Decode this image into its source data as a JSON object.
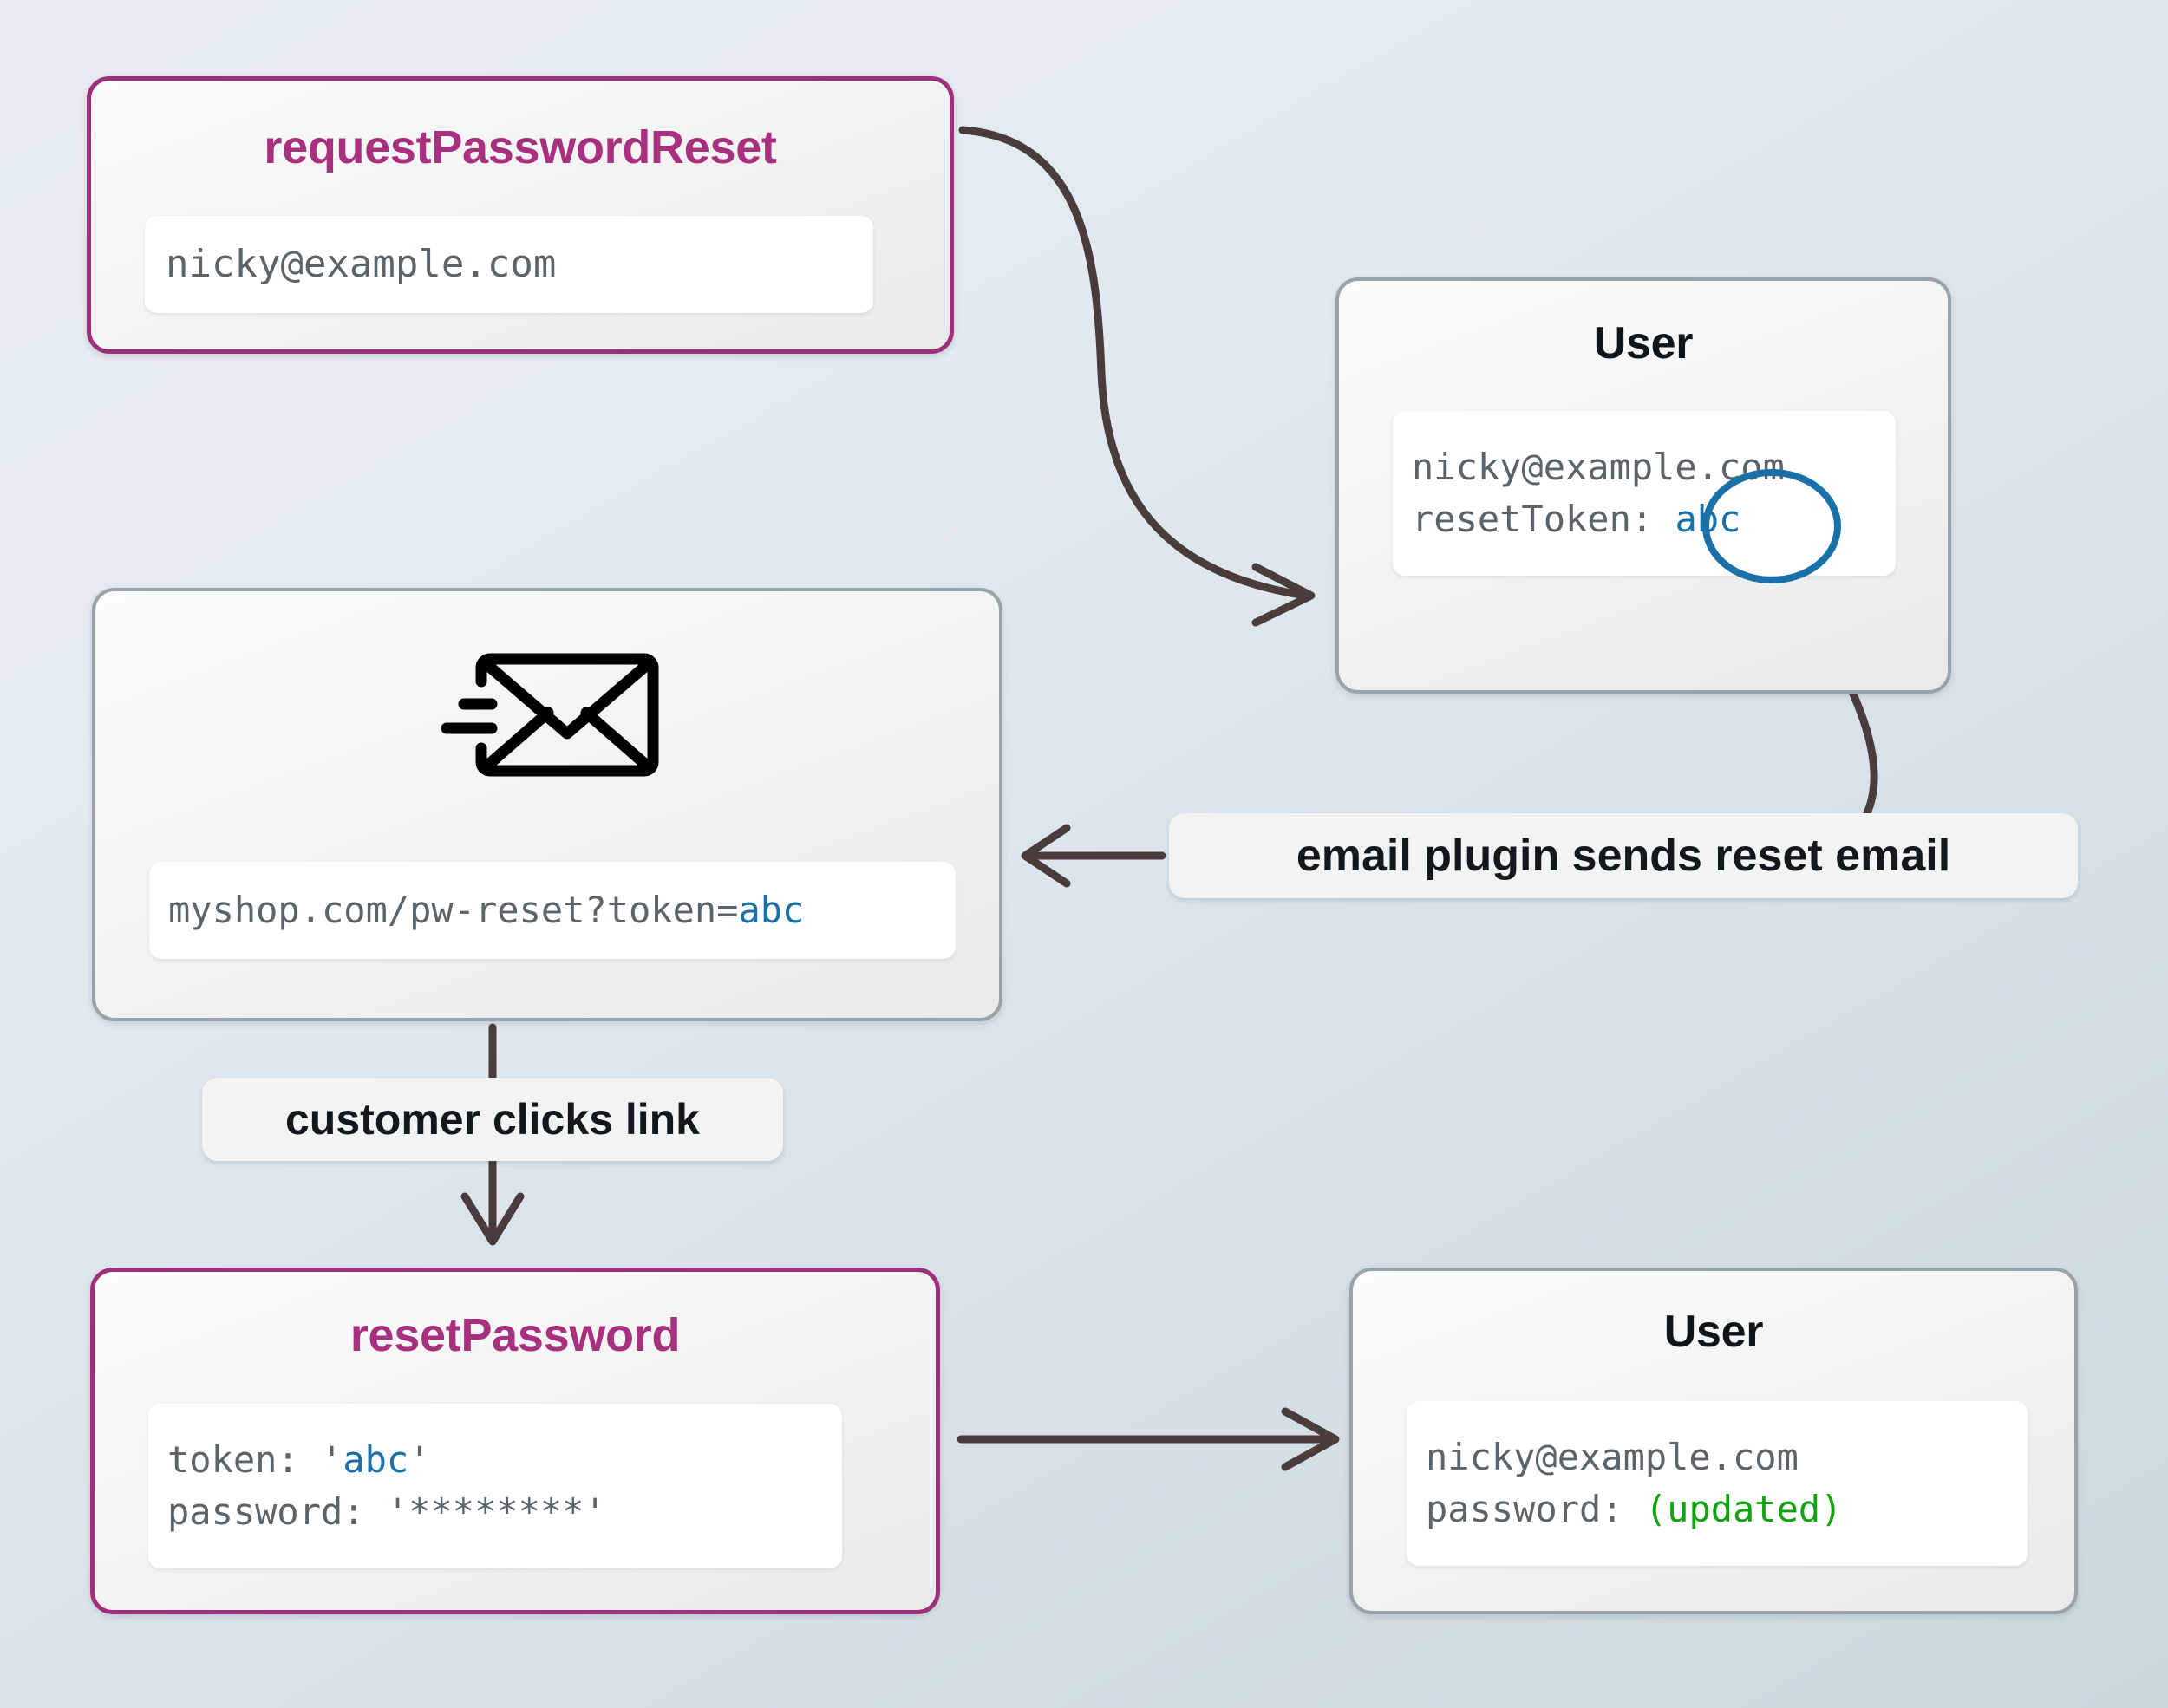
{
  "diagram": {
    "title": "password reset token flow",
    "colors": {
      "accent_border": "#9e2f7c",
      "accent_title": "#a8307f",
      "plain_border": "#9aa3a9",
      "token_blue": "#1a70a8",
      "updated_green": "#11a30f",
      "arrow": "#4a3c3c",
      "background_from": "#e6ecf1",
      "background_to": "#cbd6dd"
    }
  },
  "nodes": {
    "request_password_reset": {
      "title": "requestPasswordReset",
      "lines": [
        {
          "text": "nicky@example.com"
        }
      ]
    },
    "user_with_token": {
      "title": "User",
      "lines": [
        {
          "text": "nicky@example.com"
        },
        {
          "label": "resetToken: ",
          "value": "abc"
        }
      ],
      "highlight": "abc"
    },
    "reset_email": {
      "icon": "envelope-sending-icon",
      "url_prefix": "myshop.com/pw-reset?token=",
      "url_token": "abc"
    },
    "reset_password": {
      "title": "resetPassword",
      "lines": [
        {
          "label": "token: ",
          "quote_open": "'",
          "value": "abc",
          "quote_close": "'"
        },
        {
          "label": "password: ",
          "value": "'********'"
        }
      ]
    },
    "user_updated": {
      "title": "User",
      "lines": [
        {
          "text": "nicky@example.com"
        },
        {
          "label": "password: ",
          "value": "(updated)"
        }
      ]
    }
  },
  "labels": {
    "email_plugin": "email plugin sends reset email",
    "customer_clicks": "customer clicks link"
  }
}
